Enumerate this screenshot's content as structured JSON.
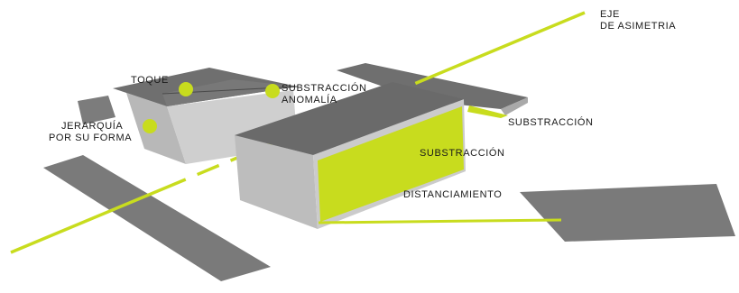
{
  "colors": {
    "accent": "#c8dc1e",
    "roof": "#6f6f6f",
    "wall_light": "#cbcbcb",
    "wall_mid": "#b5b5b5",
    "plane": "#7a7a7a",
    "text": "#1a1a1a"
  },
  "labels": {
    "eje_line1": "EJE",
    "eje_line2": "DE ASIMETRIA",
    "toque": "TOQUE",
    "substraccion_anomalia_line1": "SUBSTRACCIÓN",
    "substraccion_anomalia_line2": "ANOMALÍA",
    "jerarquia_line1": "JERARQUÍA",
    "jerarquia_line2": "POR SU FORMA",
    "substraccion_right": "SUBSTRACCIÓN",
    "substraccion_front": "SUBSTRACCIÓN",
    "distanciamiento": "DISTANCIAMIENTO"
  }
}
